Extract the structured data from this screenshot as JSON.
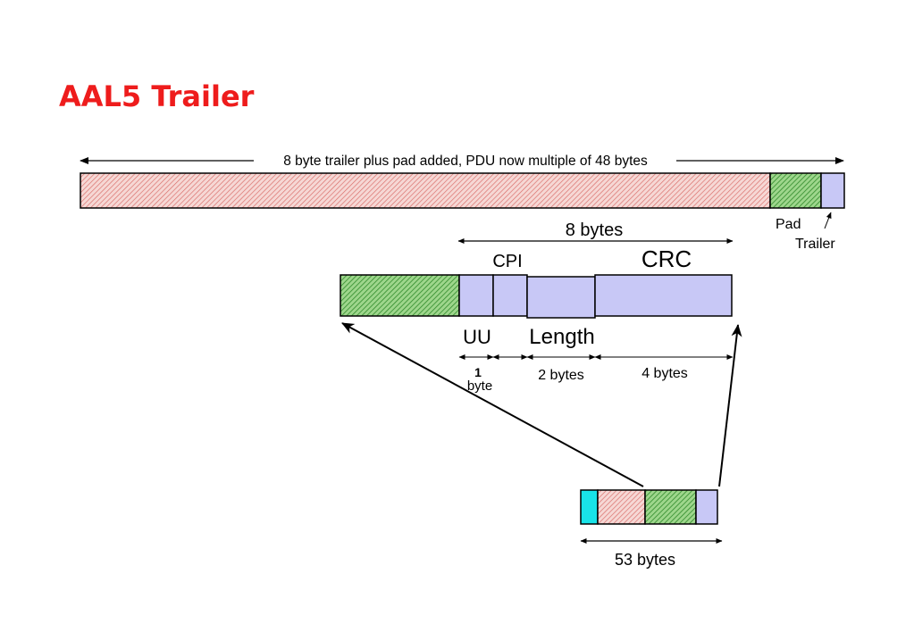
{
  "title": "AAL5 Trailer",
  "top_pdu": {
    "label": "8 byte trailer plus pad added, PDU now multiple of 48 bytes",
    "pad_label": "Pad",
    "trailer_label": "Trailer"
  },
  "trailer_detail": {
    "size_label": "8 bytes",
    "cpi_label": "CPI",
    "crc_label": "CRC",
    "uu_label": "UU",
    "length_label": "Length",
    "one_label": "1",
    "byte_label": "byte",
    "two_bytes_label": "2 bytes",
    "four_bytes_label": "4 bytes"
  },
  "cell": {
    "size_label": "53 bytes"
  },
  "colors": {
    "title": "#ee1c1c",
    "payload": "#f2c3c0",
    "pad": "#5ab54a",
    "trailer": "#c8c8f6",
    "header": "#19e3e8"
  }
}
